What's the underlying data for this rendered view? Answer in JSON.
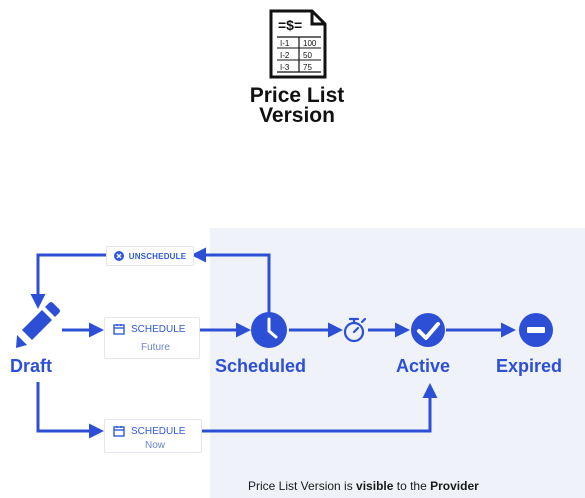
{
  "document": {
    "icon_name": "price-list-document-icon",
    "header": "=$=",
    "rows": [
      {
        "item": "I-1",
        "price": "100"
      },
      {
        "item": "I-2",
        "price": "50"
      },
      {
        "item": "I-3",
        "price": "75"
      }
    ],
    "title_line1": "Price List",
    "title_line2": "Version"
  },
  "stages": {
    "draft": "Draft",
    "scheduled": "Scheduled",
    "active": "Active",
    "expired": "Expired"
  },
  "actions": {
    "unschedule": "UNSCHEDULE",
    "schedule_future": {
      "label": "SCHEDULE",
      "sub": "Future"
    },
    "schedule_now": {
      "label": "SCHEDULE",
      "sub": "Now"
    }
  },
  "icons": [
    "pencil-icon",
    "clock-icon",
    "timer-icon",
    "check-circle-icon",
    "minus-circle-icon",
    "calendar-icon",
    "cancel-circle-icon"
  ],
  "footer": {
    "prefix": "Price List Version is ",
    "visible": "visible",
    "middle": " to the ",
    "provider": "Provider"
  },
  "colors": {
    "accent": "#2c4fd6",
    "panel": "#eff2f8"
  }
}
